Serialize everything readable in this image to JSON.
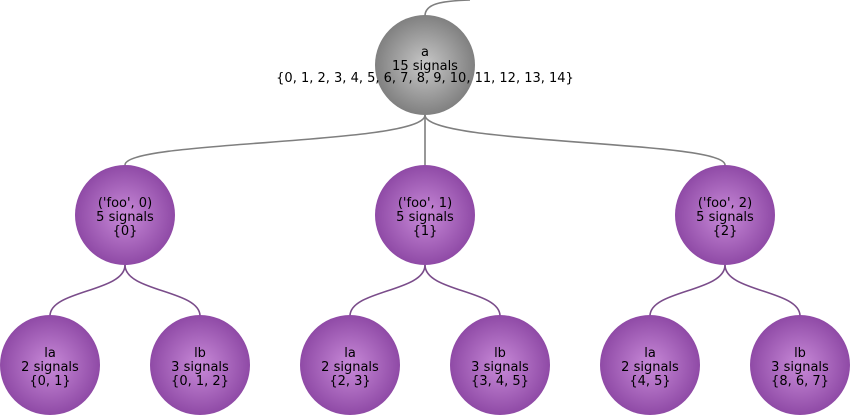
{
  "root": {
    "id": "root",
    "lines": [
      "a",
      "15 signals",
      "{0, 1, 2, 3, 4, 5, 6, 7, 8, 9, 10, 11, 12, 13, 14}"
    ],
    "style": "gray"
  },
  "groups": [
    {
      "id": "foo-0",
      "lines": [
        "('foo', 0)",
        "5 signals",
        "{0}"
      ],
      "style": "purple",
      "children": [
        {
          "id": "foo-0-la",
          "lines": [
            "la",
            "2 signals",
            "{0, 1}"
          ],
          "style": "purple"
        },
        {
          "id": "foo-0-lb",
          "lines": [
            "lb",
            "3 signals",
            "{0, 1, 2}"
          ],
          "style": "purple"
        }
      ]
    },
    {
      "id": "foo-1",
      "lines": [
        "('foo', 1)",
        "5 signals",
        "{1}"
      ],
      "style": "purple",
      "children": [
        {
          "id": "foo-1-la",
          "lines": [
            "la",
            "2 signals",
            "{2, 3}"
          ],
          "style": "purple"
        },
        {
          "id": "foo-1-lb",
          "lines": [
            "lb",
            "3 signals",
            "{3, 4, 5}"
          ],
          "style": "purple"
        }
      ]
    },
    {
      "id": "foo-2",
      "lines": [
        "('foo', 2)",
        "5 signals",
        "{2}"
      ],
      "style": "purple",
      "children": [
        {
          "id": "foo-2-la",
          "lines": [
            "la",
            "2 signals",
            "{4, 5}"
          ],
          "style": "purple"
        },
        {
          "id": "foo-2-lb",
          "lines": [
            "lb",
            "3 signals",
            "{8, 6, 7}"
          ],
          "style": "purple"
        }
      ]
    }
  ],
  "colors": {
    "gray_light": "#c8c8c8",
    "gray_dark": "#808080",
    "gray_edge": "#7f7f7f",
    "purple_light": "#c88ad8",
    "purple_dark": "#8f4aa6",
    "purple_edge": "#7a4c8a",
    "text": "#000000",
    "background": "#ffffff"
  }
}
